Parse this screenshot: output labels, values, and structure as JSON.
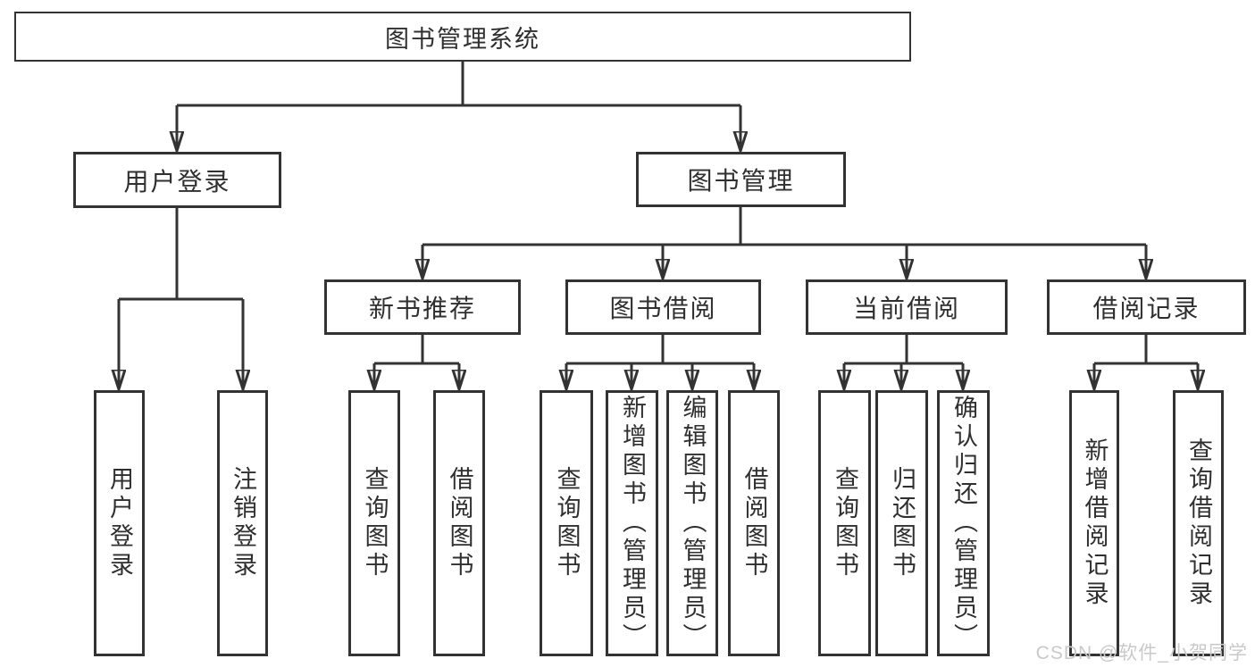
{
  "diagram": {
    "kind": "hierarchy-tree",
    "line_color": "#333333",
    "box_background": "#ffffff",
    "text_color": "#2f2f2f",
    "watermark_color": "#c9c9c9"
  },
  "watermark": "CSDN @软件_小贺同学",
  "tree": {
    "label": "图书管理系统",
    "children": [
      {
        "label": "用户登录",
        "children": [
          {
            "label": "用户登录"
          },
          {
            "label": "注销登录"
          }
        ]
      },
      {
        "label": "图书管理",
        "children": [
          {
            "label": "新书推荐",
            "children": [
              {
                "label": "查询图书"
              },
              {
                "label": "借阅图书"
              }
            ]
          },
          {
            "label": "图书借阅",
            "children": [
              {
                "label": "查询图书"
              },
              {
                "label": "新增图书（管理员）"
              },
              {
                "label": "编辑图书（管理员）"
              },
              {
                "label": "借阅图书"
              }
            ]
          },
          {
            "label": "当前借阅",
            "children": [
              {
                "label": "查询图书"
              },
              {
                "label": "归还图书"
              },
              {
                "label": "确认归还（管理员）"
              }
            ]
          },
          {
            "label": "借阅记录",
            "children": [
              {
                "label": "新增借阅记录"
              },
              {
                "label": "查询借阅记录"
              }
            ]
          }
        ]
      }
    ]
  }
}
